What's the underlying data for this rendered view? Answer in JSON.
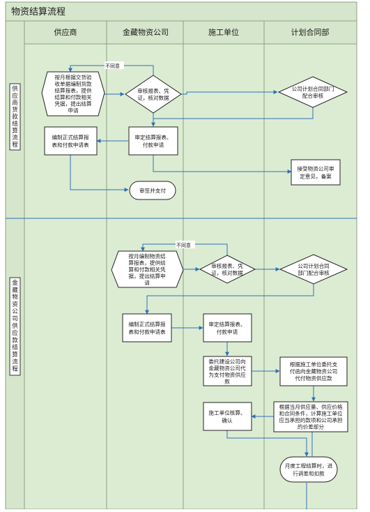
{
  "title": "物资结算流程",
  "columns": [
    "供应商",
    "金藏物资公司",
    "施工单位",
    "计划合同部"
  ],
  "swimlanes": [
    {
      "label": "供应商货款结算流程"
    },
    {
      "label": "金藏物资公司供应款结算流程"
    }
  ],
  "section1": {
    "n1": [
      "按月根据交货验",
      "收单据编制货款",
      "结算报表，提供",
      "结算和付款相关",
      "凭据，提出结算",
      "申请"
    ],
    "n2": [
      "审核报表、凭",
      "证，核对数据"
    ],
    "n3": [
      "公司计划合同部门",
      "配合审核"
    ],
    "n4": [
      "编制正式结算报",
      "表和付款申请表"
    ],
    "n5": [
      "审定结算报表、",
      "付款申请"
    ],
    "n6": [
      "接受物资公司审",
      "定意见，备案"
    ],
    "n7": [
      "审签并支付"
    ],
    "reject": "不同意"
  },
  "section2": {
    "m1": [
      "按月编制物资结",
      "算报表，提供结",
      "算和付款相关凭",
      "据，提出结算申",
      "请"
    ],
    "m2": [
      "审核报表、凭",
      "证，核对数据"
    ],
    "m3": [
      "公司计划合同",
      "部门配合审核"
    ],
    "m4": [
      "编制正式结算报",
      "表和付款申请表"
    ],
    "m5": [
      "审定结算报表、",
      "付款申请"
    ],
    "m6": [
      "委托建设公司向",
      "金藏物资公司代",
      "为支付物资供应",
      "款"
    ],
    "m7": [
      "根据施工单位委托支",
      "付函向金藏物资公司",
      "代付物资供应款"
    ],
    "m8": [
      "根据当月供应量、供应价格",
      "和合同条件，计算施工单位",
      "应当承担的款项和公司承担",
      "的价差部分"
    ],
    "m9": [
      "施工单位核算、",
      "确认"
    ],
    "m10": [
      "月度工程结算时，进",
      "行调差和扣款"
    ],
    "reject": "不同意"
  }
}
